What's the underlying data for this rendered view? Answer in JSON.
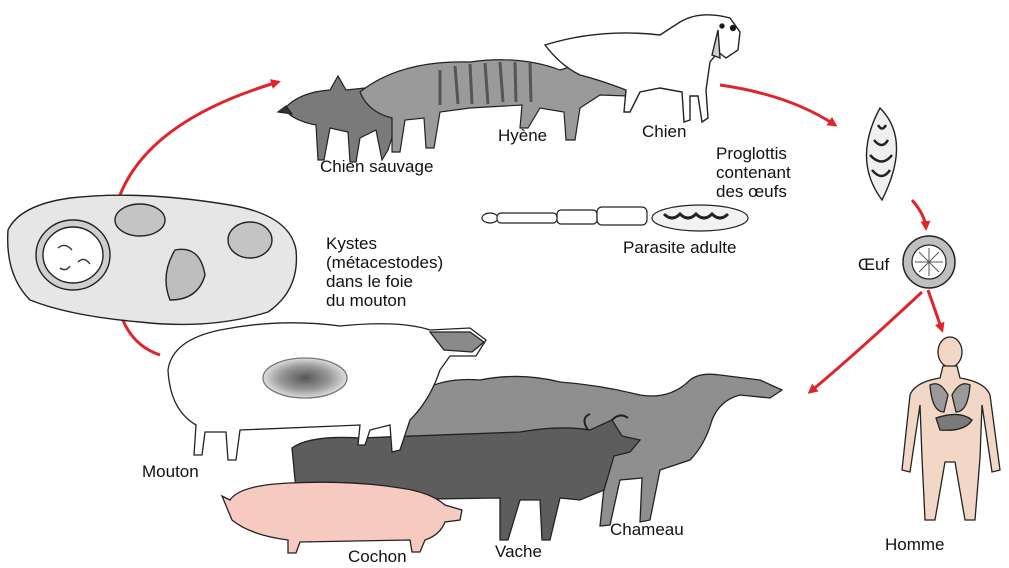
{
  "labels": {
    "chien_sauvage": "Chien sauvage",
    "hyene": "Hyène",
    "chien": "Chien",
    "proglottis": "Proglottis\ncontenant\ndes œufs",
    "parasite_adulte": "Parasite adulte",
    "oeuf": "Œuf",
    "kystes": "Kystes\n(métacestodes)\ndans le foie\ndu mouton",
    "mouton": "Mouton",
    "chameau": "Chameau",
    "vache": "Vache",
    "cochon": "Cochon",
    "homme": "Homme"
  },
  "colors": {
    "arrow": "#e0242b",
    "animal_gray": "#8a8a8a",
    "animal_dark": "#555555",
    "skin": "#f3d7c6",
    "pig": "#f6c9c1",
    "outline": "#222222"
  }
}
